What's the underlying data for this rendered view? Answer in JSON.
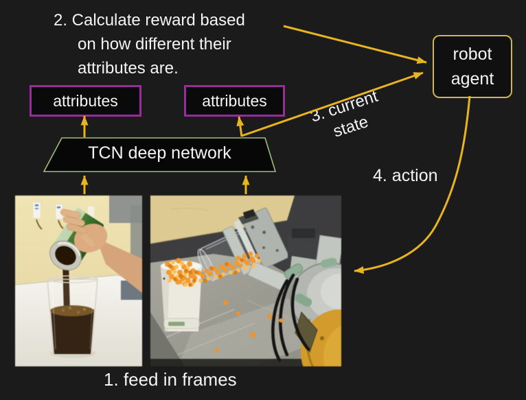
{
  "slide": {
    "steps": {
      "step2_line1": "2. Calculate reward based",
      "step2_line2": "on how different their",
      "step2_line3": "attributes are.",
      "step3_line1": "3. current",
      "step3_line2": "state",
      "step4_label": "4. action",
      "step1_label": "1. feed in frames"
    },
    "nodes": {
      "attributes_left_label": "attributes",
      "attributes_right_label": "attributes",
      "network_label": "TCN deep network",
      "agent_line1": "robot",
      "agent_line2": "agent"
    },
    "images": {
      "left_name": "human-pouring-soda-frame",
      "right_name": "robot-pouring-beads-frame"
    },
    "colors": {
      "background": "#1b1b1b",
      "arrow_gold": "#e8b422",
      "attributes_border": "#972d97",
      "network_border": "#a0bf78",
      "agent_border": "#d2b64d",
      "text": "#f4f4f4"
    }
  }
}
